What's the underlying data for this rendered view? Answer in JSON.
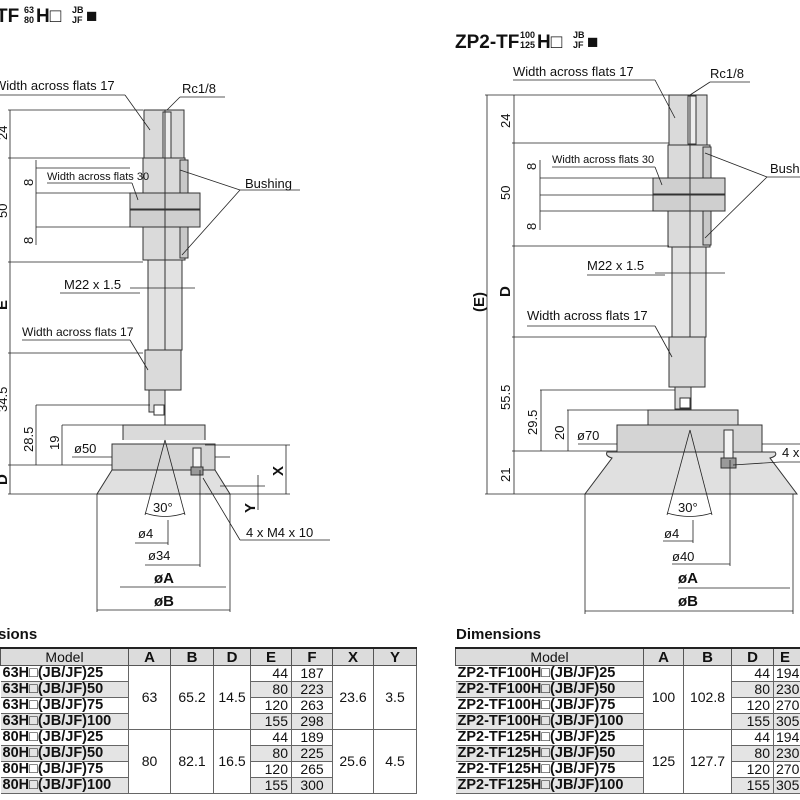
{
  "left": {
    "title": {
      "prefix": "TF",
      "size_top": "63",
      "size_bottom": "80",
      "mid": "H□",
      "opt_top": "JB",
      "opt_bottom": "JF",
      "suffix": "■"
    },
    "labels": {
      "waf17_top": "Width across flats 17",
      "rc": "Rc1/8",
      "waf30": "Width across flats 30",
      "bushing": "Bushing",
      "m22": "M22 x 1.5",
      "waf17_bottom": "Width across flats 17",
      "dim_24": "24",
      "dim_50": "50",
      "dim_8a": "8",
      "dim_8b": "8",
      "dim_e": "E",
      "dim_345": "34.5",
      "dim_d": "D",
      "dim_285": "28.5",
      "dim_19": "19",
      "dia50": "ø50",
      "x": "X",
      "y": "Y",
      "angle": "30°",
      "screw": "4 x M4 x 10",
      "dia4": "ø4",
      "dia34": "ø34",
      "diaA": "øA",
      "diaB": "øB"
    },
    "section_title": "sions",
    "table": {
      "headers": [
        "Model",
        "A",
        "B",
        "D",
        "E",
        "F",
        "X",
        "Y"
      ],
      "groups": [
        {
          "A": "63",
          "B": "65.2",
          "D": "14.5",
          "X": "23.6",
          "Y": "3.5",
          "rows": [
            {
              "model": "63H□(JB/JF)25",
              "E": "44",
              "F": "187"
            },
            {
              "model": "63H□(JB/JF)50",
              "E": "80",
              "F": "223"
            },
            {
              "model": "63H□(JB/JF)75",
              "E": "120",
              "F": "263"
            },
            {
              "model": "63H□(JB/JF)100",
              "E": "155",
              "F": "298"
            }
          ]
        },
        {
          "A": "80",
          "B": "82.1",
          "D": "16.5",
          "X": "25.6",
          "Y": "4.5",
          "rows": [
            {
              "model": "80H□(JB/JF)25",
              "E": "44",
              "F": "189"
            },
            {
              "model": "80H□(JB/JF)50",
              "E": "80",
              "F": "225"
            },
            {
              "model": "80H□(JB/JF)75",
              "E": "120",
              "F": "265"
            },
            {
              "model": "80H□(JB/JF)100",
              "E": "155",
              "F": "300"
            }
          ]
        }
      ]
    }
  },
  "right": {
    "title": {
      "prefix": "ZP2-TF",
      "size_top": "100",
      "size_bottom": "125",
      "mid": "H□",
      "opt_top": "JB",
      "opt_bottom": "JF",
      "suffix": "■"
    },
    "labels": {
      "waf17_top": "Width across flats 17",
      "rc": "Rc1/8",
      "waf30": "Width across flats 30",
      "bushing": "Bushing",
      "m22": "M22 x 1.5",
      "waf17_bottom": "Width across flats 17",
      "dim_24": "24",
      "dim_50": "50",
      "dim_8a": "8",
      "dim_8b": "8",
      "dim_e": "(E)",
      "dim_d": "D",
      "dim_555": "55.5",
      "dim_295": "29.5",
      "dim_20": "20",
      "dia70": "ø70",
      "dim_21": "21",
      "angle": "30°",
      "screw": "4 x",
      "dia4": "ø4",
      "dia40": "ø40",
      "diaA": "øA",
      "diaB": "øB"
    },
    "section_title": "Dimensions",
    "table": {
      "headers": [
        "Model",
        "A",
        "B",
        "D",
        "E"
      ],
      "groups": [
        {
          "A": "100",
          "B": "102.8",
          "rows": [
            {
              "model": "ZP2-TF100H□(JB/JF)25",
              "D": "44",
              "E": "194"
            },
            {
              "model": "ZP2-TF100H□(JB/JF)50",
              "D": "80",
              "E": "230"
            },
            {
              "model": "ZP2-TF100H□(JB/JF)75",
              "D": "120",
              "E": "270"
            },
            {
              "model": "ZP2-TF100H□(JB/JF)100",
              "D": "155",
              "E": "305"
            }
          ]
        },
        {
          "A": "125",
          "B": "127.7",
          "rows": [
            {
              "model": "ZP2-TF125H□(JB/JF)25",
              "D": "44",
              "E": "194"
            },
            {
              "model": "ZP2-TF125H□(JB/JF)50",
              "D": "80",
              "E": "230"
            },
            {
              "model": "ZP2-TF125H□(JB/JF)75",
              "D": "120",
              "E": "270"
            },
            {
              "model": "ZP2-TF125H□(JB/JF)100",
              "D": "155",
              "E": "305"
            }
          ]
        }
      ]
    }
  }
}
